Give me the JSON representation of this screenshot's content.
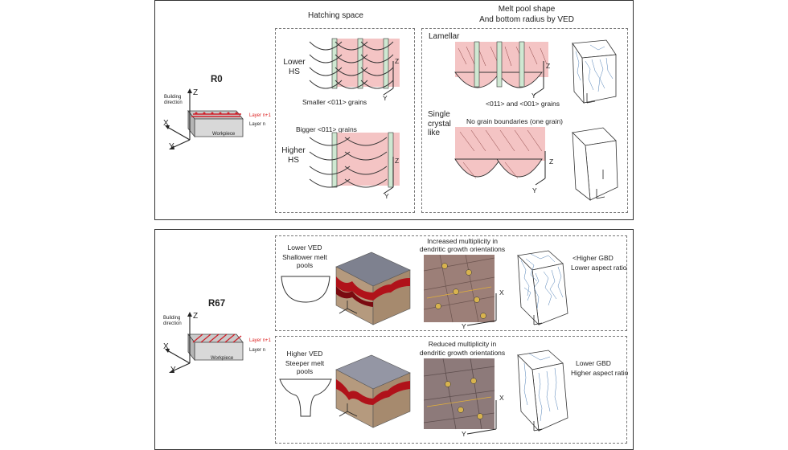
{
  "top": {
    "r0_label": "R0",
    "building_direction": "Building direction",
    "layer_n1": "Layer n+1",
    "layer_n": "Layer n",
    "workpiece": "Workpiece",
    "axis_x": "X",
    "axis_y": "Y",
    "axis_z": "Z",
    "hatching_title": "Hatching space",
    "lower_hs": "Lower HS",
    "higher_hs": "Higher HS",
    "smaller_grains": "Smaller <011> grains",
    "bigger_grains": "Bigger <011> grains",
    "meltpool_title_1": "Melt pool shape",
    "meltpool_title_2": "And bottom radius  by VED",
    "lamellar": "Lamellar",
    "lamellar_grains": "<011> and <001> grains",
    "single_crystal": "Single crystal like",
    "no_boundaries": "No grain boundaries (one grain)"
  },
  "bottom": {
    "r67_label": "R67",
    "building_direction": "Building direction",
    "layer_n1": "Layer n+1",
    "layer_n": "Layer n",
    "workpiece": "Workpiece",
    "axis_x": "X",
    "axis_y": "Y",
    "axis_z": "Z",
    "lower_ved": "Lower VED",
    "shallower": "Shallower melt pools",
    "increased_1": "Increased multiplicity in",
    "increased_2": "dendritic growth orientations",
    "higher_gbd": "<Higher  GBD",
    "lower_ar": "Lower aspect ratio",
    "higher_ved": "Higher VED",
    "steeper": "Steeper melt pools",
    "reduced_1": "Reduced multiplicity in",
    "reduced_2": "dendritic growth orientations",
    "lower_gbd": "Lower GBD",
    "higher_ar": "Higher aspect ratio"
  },
  "colors": {
    "pool_fill": "#f4c4c4",
    "grain_green": "#cfe8d2",
    "red_layer": "#b0121a",
    "grey_top": "#8a8c99",
    "ebsd": "#9c7f78"
  }
}
